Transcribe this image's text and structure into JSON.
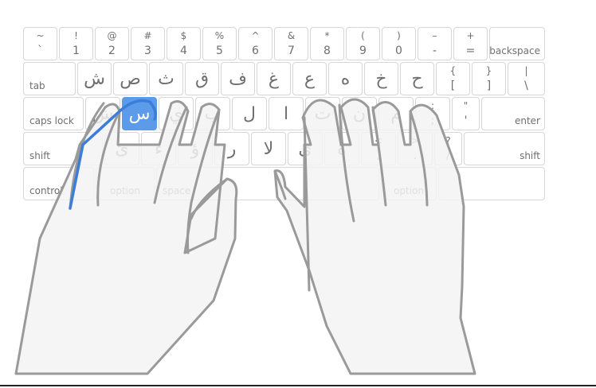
{
  "keyboard": {
    "highlight_color": "#5b9bea",
    "rows": [
      [
        {
          "upper": "~",
          "lower": "`"
        },
        {
          "upper": "!",
          "lower": "1"
        },
        {
          "upper": "@",
          "lower": "2"
        },
        {
          "upper": "#",
          "lower": "3"
        },
        {
          "upper": "$",
          "lower": "4"
        },
        {
          "upper": "%",
          "lower": "5"
        },
        {
          "upper": "^",
          "lower": "6"
        },
        {
          "upper": "&",
          "lower": "7"
        },
        {
          "upper": "*",
          "lower": "8"
        },
        {
          "upper": "(",
          "lower": "9"
        },
        {
          "upper": ")",
          "lower": "0"
        },
        {
          "upper": "–",
          "lower": "-"
        },
        {
          "upper": "+",
          "lower": "="
        },
        {
          "word": "backspace",
          "align": "r"
        }
      ],
      [
        {
          "word": "tab",
          "align": "l"
        },
        {
          "arabic": "ش"
        },
        {
          "arabic": "ص"
        },
        {
          "arabic": "ث"
        },
        {
          "arabic": "ق"
        },
        {
          "arabic": "ف"
        },
        {
          "arabic": "غ"
        },
        {
          "arabic": "ع"
        },
        {
          "arabic": "ه"
        },
        {
          "arabic": "خ"
        },
        {
          "arabic": "ح"
        },
        {
          "upper": "{",
          "lower": "["
        },
        {
          "upper": "}",
          "lower": "]"
        },
        {
          "upper": "|",
          "lower": "\\"
        }
      ],
      [
        {
          "word": "caps lock",
          "align": "l"
        },
        {
          "arabic": "ش"
        },
        {
          "arabic": "س",
          "highlight": true
        },
        {
          "arabic": "ي"
        },
        {
          "arabic": "ب"
        },
        {
          "arabic": "ل"
        },
        {
          "arabic": "ا"
        },
        {
          "arabic": "ت"
        },
        {
          "arabic": "ن"
        },
        {
          "arabic": "م"
        },
        {
          "upper": ":",
          "lower": ";"
        },
        {
          "upper": "\"",
          "lower": "'"
        },
        {
          "word": "enter",
          "align": "r"
        }
      ],
      [
        {
          "word": "shift",
          "align": "l"
        },
        {
          "arabic": "ئ"
        },
        {
          "arabic": "ء"
        },
        {
          "arabic": "ؤ"
        },
        {
          "arabic": "ر"
        },
        {
          "arabic": "لا"
        },
        {
          "arabic": "ى"
        },
        {
          "arabic": "ة"
        },
        {
          "upper": "<",
          "lower": ","
        },
        {
          "upper": ">",
          "lower": "."
        },
        {
          "upper": "?",
          "lower": "/"
        },
        {
          "word": "shift",
          "align": "r"
        }
      ],
      [
        {
          "word": "control",
          "align": "l"
        },
        {
          "word": "option",
          "align": "c"
        },
        {
          "word": "space",
          "align": "l"
        },
        {
          "word": "option",
          "align": "c"
        },
        {
          "word": ""
        }
      ]
    ]
  },
  "hands": {
    "outline_color": "#9a9a9a",
    "fill_color": "#f3f3f3",
    "active_finger": "left-ring",
    "active_color": "#3b7dd8"
  }
}
